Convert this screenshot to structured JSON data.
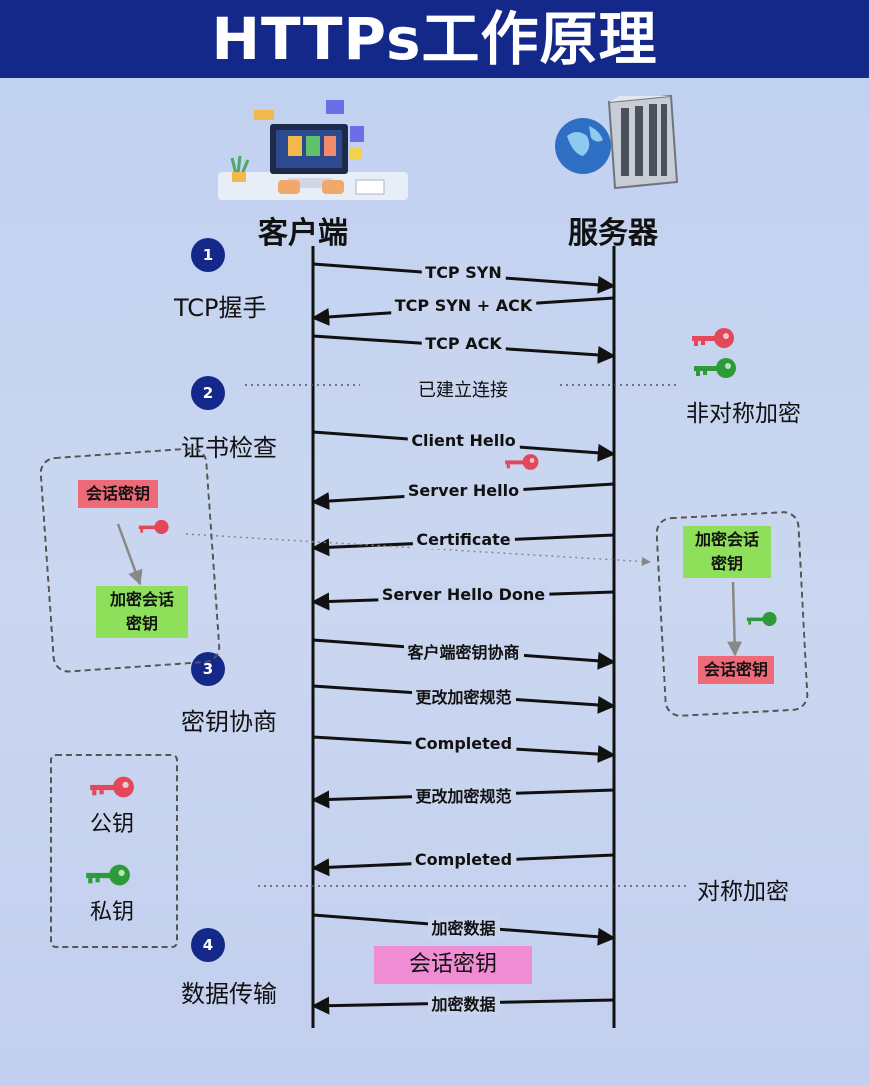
{
  "title": "HTTPs工作原理",
  "client_label": "客户端",
  "server_label": "服务器",
  "steps": [
    {
      "num": "1",
      "label": "TCP握手"
    },
    {
      "num": "2",
      "label": "证书检查"
    },
    {
      "num": "3",
      "label": "密钥协商"
    },
    {
      "num": "4",
      "label": "数据传输"
    }
  ],
  "messages": [
    {
      "text": "TCP SYN",
      "dir": "right"
    },
    {
      "text": "TCP SYN + ACK",
      "dir": "left"
    },
    {
      "text": "TCP ACK",
      "dir": "right"
    },
    {
      "text": "Client Hello",
      "dir": "right"
    },
    {
      "text": "Server Hello",
      "dir": "left"
    },
    {
      "text": "Certificate",
      "dir": "left"
    },
    {
      "text": "Server Hello Done",
      "dir": "left"
    },
    {
      "text": "客户端密钥协商",
      "dir": "right"
    },
    {
      "text": "更改加密规范",
      "dir": "right"
    },
    {
      "text": "Completed",
      "dir": "right"
    },
    {
      "text": "更改加密规范",
      "dir": "left"
    },
    {
      "text": "Completed",
      "dir": "left"
    },
    {
      "text": "加密数据",
      "dir": "right"
    },
    {
      "text": "加密数据",
      "dir": "left"
    }
  ],
  "established": "已建立连接",
  "asymmetric": "非对称加密",
  "symmetric": "对称加密",
  "left_box": {
    "top": "会话密钥",
    "bottom_line1": "加密会话",
    "bottom_line2": "密钥"
  },
  "right_box": {
    "top_line1": "加密会话",
    "top_line2": "密钥",
    "bottom": "会话密钥"
  },
  "legend": {
    "public_key": "公钥",
    "private_key": "私钥"
  },
  "session_key_center": "会话密钥",
  "colors": {
    "header": "#14288a",
    "public_key": "#e2475a",
    "private_key": "#2f9a3a",
    "red_tag": "#ee6a78",
    "green_tag": "#8ee05a",
    "pink": "#ef8cd4"
  },
  "icons": [
    "computer-desk-icon",
    "server-globe-icon",
    "red-key-icon",
    "green-key-icon"
  ]
}
